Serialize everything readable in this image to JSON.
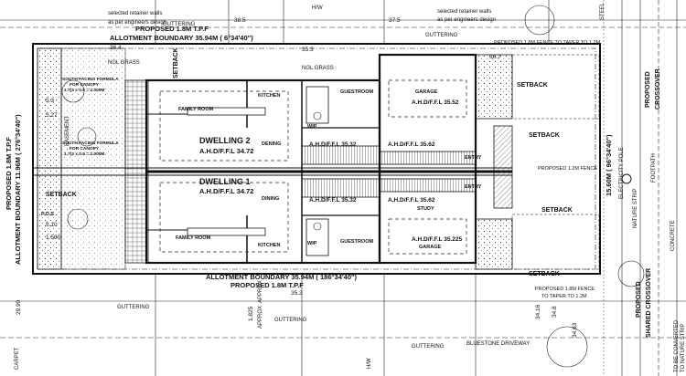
{
  "boundary": {
    "top": "ALLOTMENT BOUNDARY 35.94M ( 6°34'40\")",
    "top_fence": "PROPOSED 1.8M T.P.F",
    "bottom": "ALLOTMENT BOUNDARY 35.94M ( 186°34'40\")",
    "bottom_fence": "PROPOSED 1.8M T.P.F",
    "left": "ALLOTMENT BOUNDARY 11.96M ( 276°34'40\")",
    "left_fence": "PROPOSED 1.8M T.P.F",
    "right": "15.60M ( 96°34'40\")"
  },
  "notes": {
    "retainer_top_left": [
      "selected retainer walls",
      "as per engineers design"
    ],
    "retainer_top_right": [
      "selected retainer walls",
      "as per engineers design"
    ],
    "fence_top_right": "PROPOSED 1.8M FENCE TO TAPER TO 1.2M",
    "fence_bottom_right": [
      "PROPOSED 1.8M FENCE",
      "TO TAPER TO 1.2M"
    ],
    "fence_mid_right": "PROPOSED 1.2M FENCE",
    "crossover_top": [
      "PROPOSED",
      "CROSSOVER"
    ],
    "crossover_bottom": [
      "PROPOSED",
      "SHARED CROSSOVER"
    ],
    "electricity_pole": "ELECTRICITY POLE",
    "footpath": "FOOTPATH",
    "nature_strip": "NATURE STRIP",
    "concrete": "CONCRETE",
    "bluestone": "BLUESTONE DRIVEWAY",
    "guttering": "GUTTERING",
    "approx": "APPROX",
    "hw": "H/W",
    "steel": "STEEL",
    "north_easement": "EASEMENT",
    "ngl_grass": "NGL GRASS"
  },
  "dwelling1": {
    "name": "DWELLING 1",
    "afl": "A.H.D/F.F.L 34.72",
    "rooms": {
      "dining": "DINING",
      "family": "FAMILY ROOM",
      "kitchen": "KITCHEN",
      "guestroom": "GUESTROOM",
      "garage": "GARAGE",
      "study": "STUDY",
      "wip": "WIP",
      "entry": "ENTRY",
      "pos": "P.O.S",
      "setback": "SETBACK",
      "garage_afl": "A.H.D/F.F.L 35.225",
      "entry_afl": "A.H.D/F.F.L 35.62",
      "hall_afl": "A.H.D/F.F.L 35.32"
    }
  },
  "dwelling2": {
    "name": "DWELLING 2",
    "afl": "A.H.D/F.F.L 34.72",
    "rooms": {
      "dining": "DENING",
      "family": "FAMILY ROOM",
      "kitchen": "KITCHEN",
      "guestroom": "GUESTROOM",
      "garage": "GARAGE",
      "wip": "WIP",
      "entry": "ENTRY",
      "setback": "SETBACK",
      "garage_afl": "A.H.D/F.F.L 35.52",
      "entry_afl": "A.H.D/F.F.L 35.62",
      "hall_afl": "A.H.D/F.F.L 35.32"
    }
  },
  "setback_labels": [
    "SETBACK",
    "SETBACK",
    "SETBACK",
    "SETBACK",
    "SETBACK",
    "SETBACK"
  ],
  "levels": {
    "top": [
      "38.5",
      "36.4",
      "35.3",
      "36.7",
      "37.5"
    ],
    "bottom": [
      "1.825",
      "35.3",
      "29.90",
      "34.16",
      "34.8",
      "34.63"
    ],
    "left": [
      "5.3",
      "5.27",
      "5.10",
      "1.500"
    ]
  },
  "formula_notes": [
    "SOUTH FACING FORMULA",
    "FOR CANOPY",
    "1.7(3 x 0.5 = 2.000M",
    "SOUTH FACING FORMULA",
    "FOR CANOPY",
    "1.7(3 x 0.5 = 2.000M"
  ],
  "misc": {
    "to_be_converted": [
      "TO BE CONVERTED",
      "TO NATURE STRIP"
    ],
    "carpet": "CARPET"
  }
}
